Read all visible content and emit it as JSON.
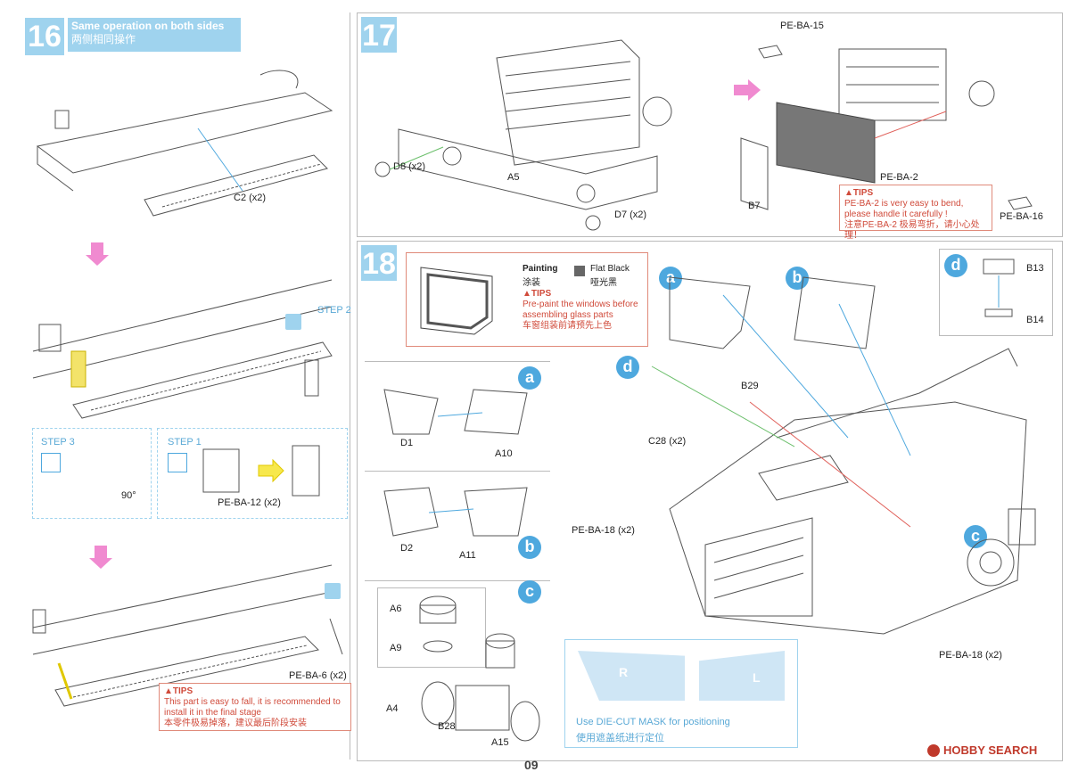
{
  "page_number": "09",
  "watermark": "HOBBY SEARCH",
  "step16": {
    "number": "16",
    "header_en": "Same operation on both sides",
    "header_cn": "两侧相同操作",
    "part_c2": "C2 (x2)",
    "step2": "STEP 2",
    "step3": "STEP 3",
    "step1": "STEP 1",
    "angle": "90°",
    "part_peba12": "PE-BA-12 (x2)",
    "part_peba6": "PE-BA-6 (x2)",
    "tips_title": "▲TIPS",
    "tips_en1": "This part is easy to fall, it is recommended to",
    "tips_en2": "install it in the final stage",
    "tips_cn": "本零件极易掉落，建议最后阶段安装"
  },
  "step17": {
    "number": "17",
    "part_d8": "D8 (x2)",
    "part_a5": "A5",
    "part_d7": "D7 (x2)",
    "part_peba15": "PE-BA-15",
    "part_peba2": "PE-BA-2",
    "part_b7": "B7",
    "part_peba16": "PE-BA-16",
    "tips_title": "▲TIPS",
    "tips_en1": "PE-BA-2 is very easy to bend,",
    "tips_en2": "please handle it carefully !",
    "tips_cn": "注意PE-BA-2 极易弯折，请小心处理！"
  },
  "step18": {
    "number": "18",
    "painting_label": "Painting",
    "painting_cn": "涂装",
    "color_name": "Flat Black",
    "color_cn": "哑光黑",
    "tips_title": "▲TIPS",
    "tips_en1": "Pre-paint the windows before",
    "tips_en2": "assembling glass parts",
    "tips_cn": "车窗组装前请预先上色",
    "sub_a": "a",
    "sub_b": "b",
    "sub_c": "c",
    "sub_d": "d",
    "part_d1": "D1",
    "part_a10": "A10",
    "part_d2": "D2",
    "part_a11": "A11",
    "part_a6": "A6",
    "part_a9": "A9",
    "part_a4": "A4",
    "part_b28": "B28",
    "part_a15": "A15",
    "part_b13": "B13",
    "part_b14": "B14",
    "part_b29": "B29",
    "part_c28": "C28 (x2)",
    "part_peba18_left": "PE-BA-18 (x2)",
    "part_peba18_right": "PE-BA-18 (x2)",
    "mask_r": "R",
    "mask_l": "L",
    "mask_en": "Use DIE-CUT MASK for positioning",
    "mask_cn": "使用遮盖纸进行定位"
  },
  "colors": {
    "step_badge": "#9fd3ee",
    "sub_circle": "#4ea8de",
    "tips_text": "#d04a3a",
    "pink_arrow": "#f08ad0",
    "flat_black": "#666666"
  }
}
